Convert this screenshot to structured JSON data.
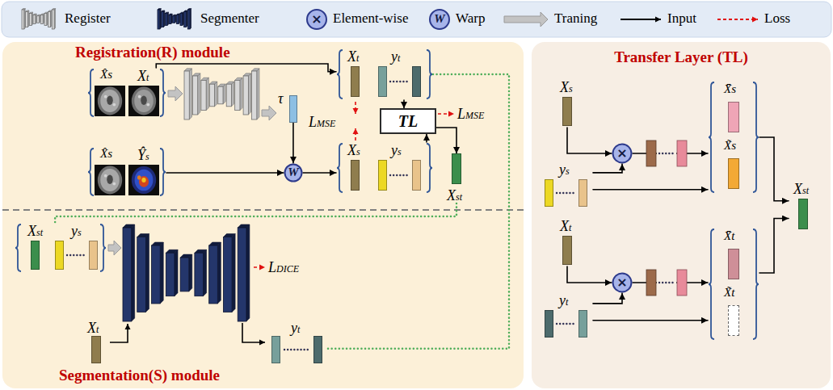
{
  "diagram": {
    "nodes": [
      {
        "text": [
          "Registration(R) module"
        ]
      },
      {
        "text": [
          "X̂s",
          "Xt"
        ],
        "in": 0
      },
      {
        "text": [
          "X̂s",
          "Ŷs"
        ],
        "in": 0
      },
      {
        "text": [
          "τ"
        ],
        "in": 0
      },
      {
        "text": [
          "W"
        ],
        "in": 0
      },
      {
        "text": [
          "Xt",
          "yt"
        ],
        "in": 0
      },
      {
        "text": [
          "Xs",
          "ys"
        ],
        "in": 0
      },
      {
        "text": [
          "TL"
        ],
        "in": 0
      },
      {
        "text": [
          "Xst"
        ],
        "in": 0
      },
      {
        "text": [
          "Segmentation(S) module"
        ]
      },
      {
        "text": [
          "Xst",
          "ys"
        ],
        "in": 9
      },
      {
        "text": [
          "Xt"
        ],
        "in": 9
      },
      {
        "text": [
          "yt"
        ],
        "in": 9
      },
      {
        "text": [
          "Transfer Layer (TL)"
        ]
      },
      {
        "text": [
          "Xs"
        ],
        "in": 13
      },
      {
        "text": [
          "ys"
        ],
        "in": 13
      },
      {
        "text": [
          "×"
        ],
        "in": 13
      },
      {
        "text": [
          "X̄s",
          "X̃s"
        ],
        "in": 13
      },
      {
        "text": [
          "Xt"
        ],
        "in": 13
      },
      {
        "text": [
          "yt"
        ],
        "in": 13
      },
      {
        "text": [
          "×"
        ],
        "in": 13
      },
      {
        "text": [
          "X̄t",
          "X̃t"
        ],
        "in": 13
      },
      {
        "text": [
          "Xst"
        ],
        "in": 13
      }
    ],
    "edges": [
      {
        "from": 1,
        "to": 5,
        "arrow": "to"
      },
      {
        "from": 2,
        "to": 4,
        "arrow": "to"
      },
      {
        "from": 3,
        "to": 4,
        "arrow": "to"
      },
      {
        "from": 4,
        "to": 6,
        "arrow": "to"
      },
      {
        "from": 5,
        "to": 7,
        "arrow": "to"
      },
      {
        "from": 6,
        "to": 7,
        "arrow": "to"
      },
      {
        "from": 7,
        "to": 8,
        "arrow": "to"
      },
      {
        "from": 8,
        "to": 10,
        "arrow": "none"
      },
      {
        "from": 12,
        "to": 5,
        "arrow": "none"
      },
      {
        "from": 14,
        "to": 16,
        "arrow": "to"
      },
      {
        "from": 15,
        "to": 16,
        "arrow": "to"
      },
      {
        "from": 16,
        "to": 17,
        "arrow": "to"
      },
      {
        "from": 15,
        "to": 17,
        "arrow": "to"
      },
      {
        "from": 18,
        "to": 20,
        "arrow": "to"
      },
      {
        "from": 19,
        "to": 20,
        "arrow": "to"
      },
      {
        "from": 20,
        "to": 21,
        "arrow": "to"
      },
      {
        "from": 19,
        "to": 21,
        "arrow": "to"
      },
      {
        "from": 17,
        "to": 22,
        "arrow": "to"
      },
      {
        "from": 21,
        "to": 22,
        "arrow": "to"
      }
    ],
    "labels": [
      "×",
      "W",
      "LMSE",
      "LMSE",
      "LDICE"
    ],
    "legend": [
      {
        "text": "Register"
      },
      {
        "text": "Segmenter"
      },
      {
        "text": "Element-wise"
      },
      {
        "text": "Warp"
      },
      {
        "text": "Traning"
      },
      {
        "text": "Input"
      },
      {
        "text": "Loss"
      }
    ]
  }
}
